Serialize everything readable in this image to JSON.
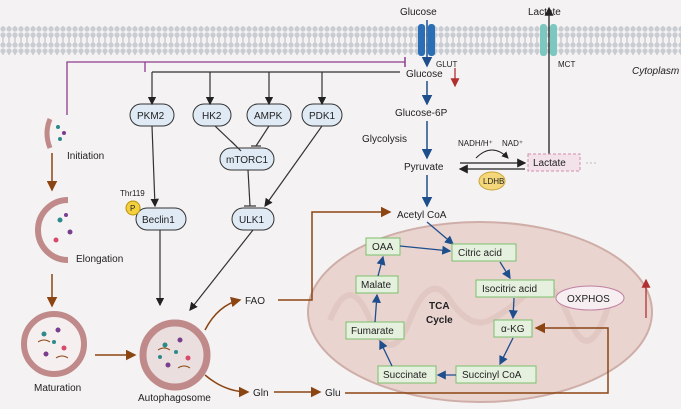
{
  "membrane": {
    "glucose_out": "Glucose",
    "lactate_out": "Lactate",
    "glut": "GLUT",
    "mct": "MCT",
    "cytoplasm": "Cytoplasm"
  },
  "glycolysis": {
    "glucose": "Glucose",
    "glucose6p": "Glucose-6P",
    "label": "Glycolysis",
    "pyruvate": "Pyruvate",
    "nadh": "NADH/H⁺",
    "nad": "NAD⁺",
    "lactate": "Lactate",
    "ldhb": "LDHB",
    "acetyl_coa": "Acetyl CoA"
  },
  "signaling": {
    "pkm2": "PKM2",
    "hk2": "HK2",
    "ampk": "AMPK",
    "pdk1": "PDK1",
    "mtorc1": "mTORC1",
    "ulk1": "ULK1",
    "beclin1": "Beclin1",
    "thr119": "Thr119",
    "p": "P"
  },
  "autophagy": {
    "initiation": "Initiation",
    "elongation": "Elongation",
    "maturation": "Maturation",
    "autophagosome": "Autophagosome",
    "fao": "FAO",
    "gln": "Gln",
    "glu": "Glu"
  },
  "tca": {
    "title_1": "TCA",
    "title_2": "Cycle",
    "oaa": "OAA",
    "citric": "Citric acid",
    "isocitric": "Isocitric acid",
    "akg": "α-KG",
    "succinyl": "Succinyl CoA",
    "succinate": "Succinate",
    "fumarate": "Fumarate",
    "malate": "Malate",
    "oxphos": "OXPHOS"
  },
  "colors": {
    "purple": "#8e3d8e",
    "brown": "#8b4513",
    "tca_green": "#7bbf6a",
    "glut_blue": "#2a6fb5",
    "mct_teal": "#7cc8c0",
    "protein_fill": "#dfeaf5"
  }
}
